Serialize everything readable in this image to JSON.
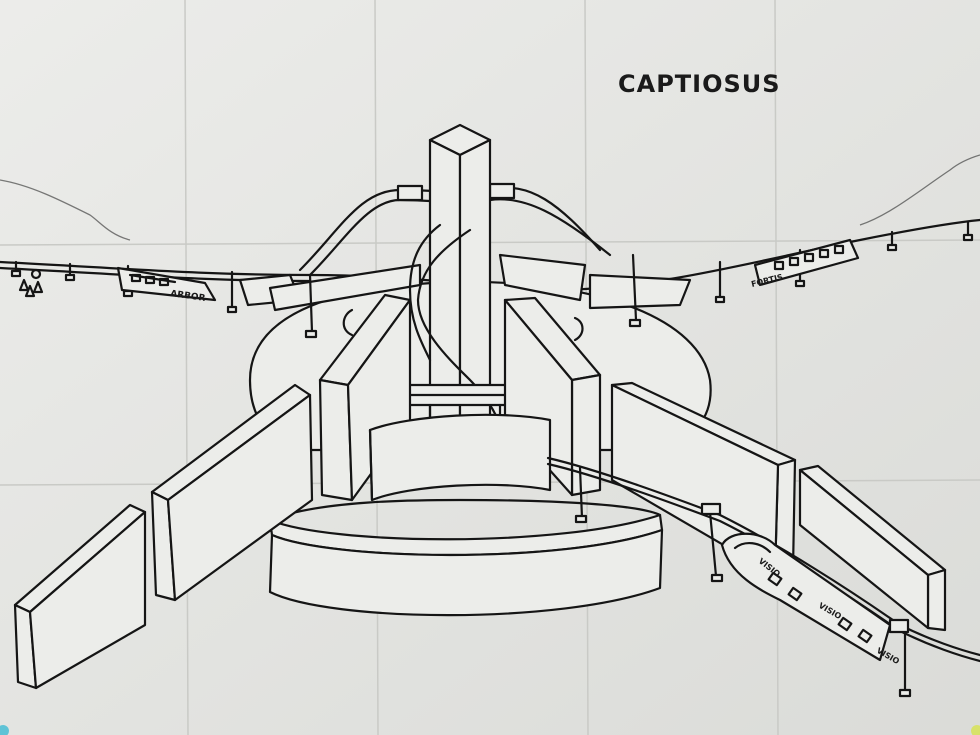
{
  "title": "CAPTIOSUS",
  "train_labels": {
    "left": "ARBOR",
    "right": "FORTIS",
    "lower_1": "VISIO",
    "lower_2": "VISIO",
    "lower_3": "VISIO"
  },
  "colors": {
    "paper": "#e9eae7",
    "ink": "#151515",
    "pin": "#5fc3d6"
  }
}
